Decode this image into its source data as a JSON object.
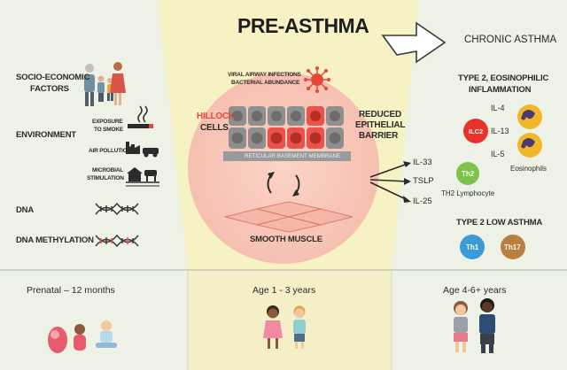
{
  "title": "PRE-ASTHMA",
  "chronic_title": "CHRONIC ASTHMA",
  "risk_factors": {
    "socio_economic": [
      "SOCIO-ECONOMIC",
      "FACTORS"
    ],
    "environment": "ENVIRONMENT",
    "exposure_smoke": [
      "EXPOSURE",
      "TO SMOKE"
    ],
    "air_pollution": "AIR POLLUTION",
    "microbial": [
      "MICROBIAL",
      "STIMULATION"
    ],
    "dna": "DNA",
    "dna_methylation": "DNA METHYLATION"
  },
  "center": {
    "viral": [
      "VIRAL AIRWAY INFECTIONS",
      "BACTERIAL ABUNDANCE"
    ],
    "hillock": [
      "HILLOCK",
      "CELLS"
    ],
    "reduced": [
      "REDUCED",
      "EPITHELIAL",
      "BARRIER"
    ],
    "membrane": "RETICULAR BASEMENT MEMBRANE",
    "smooth_muscle": "SMOOTH MUSCLE"
  },
  "cytokines": [
    "IL-33",
    "TSLP",
    "IL-25"
  ],
  "type2": {
    "title": [
      "TYPE 2, EOSINOPHILIC",
      "INFLAMMATION"
    ],
    "ilc2": "ILC2",
    "il_labels": [
      "IL-4",
      "IL-13",
      "IL-5"
    ],
    "th2": "Th2",
    "th2_caption": "TH2 Lymphocyte",
    "eosinophils": "Eosinophils"
  },
  "type2low": {
    "title": "TYPE 2 LOW ASTHMA",
    "th1": "Th1",
    "th17": "Th17"
  },
  "ages": [
    "Prenatal – 12 months",
    "Age 1 -  3 years",
    "Age 4-6+ years"
  ],
  "colors": {
    "bg": "#eef1e6",
    "center_bg": "#f7f2c4",
    "pink_circle": "#f8c9bd",
    "red_cell": "#e9534b",
    "grey_cell": "#8a8a8a",
    "ilc2": "#e8322a",
    "th2": "#7cc24c",
    "th1": "#3a9bd9",
    "th17": "#b7803f",
    "hillock_text": "#e14a3c"
  }
}
